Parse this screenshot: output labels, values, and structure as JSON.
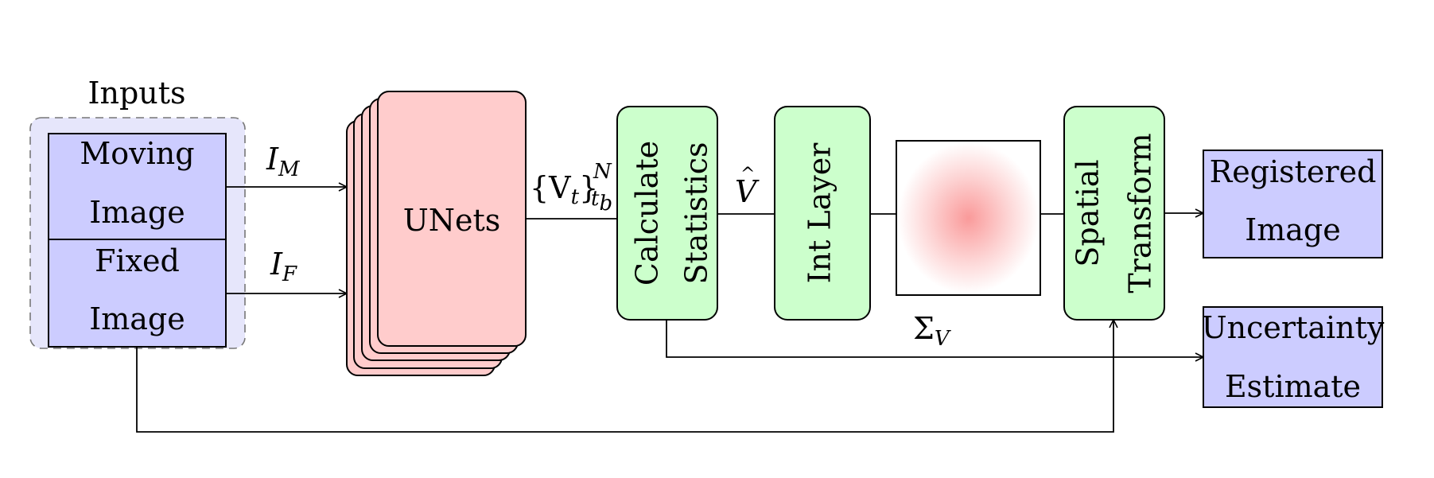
{
  "inputs": {
    "group_title": "Inputs",
    "moving_line1": "Moving",
    "moving_line2": "Image",
    "fixed_line1": "Fixed",
    "fixed_line2": "Image"
  },
  "arrows": {
    "moving_main": "I",
    "moving_sub": "M",
    "fixed_main": "I",
    "fixed_sub": "F"
  },
  "unets": {
    "label": "UNets"
  },
  "samples": {
    "main": "{V",
    "main_sub": "t",
    "close": "}",
    "sup": "N",
    "sub_t": "t",
    "sub_b": "b"
  },
  "calc": {
    "line1": "Calculate",
    "line2": "Statistics"
  },
  "vhat": {
    "label": "V",
    "hat": "^"
  },
  "int_layer": {
    "label": "Int Layer"
  },
  "sigma": {
    "main": "Σ",
    "sub": "V"
  },
  "spatial": {
    "line1": "Spatial",
    "line2": "Transform"
  },
  "outputs": {
    "registered_line1": "Registered",
    "registered_line2": "Image",
    "uncertainty_line1": "Uncertainty",
    "uncertainty_line2": "Estimate"
  },
  "colors": {
    "input_fill": "#ccccff",
    "group_fill": "#e6e6fb",
    "unet_fill": "#ffcccc",
    "green_fill": "#ccffcc",
    "gaussian_center": "#fa9a9a"
  }
}
